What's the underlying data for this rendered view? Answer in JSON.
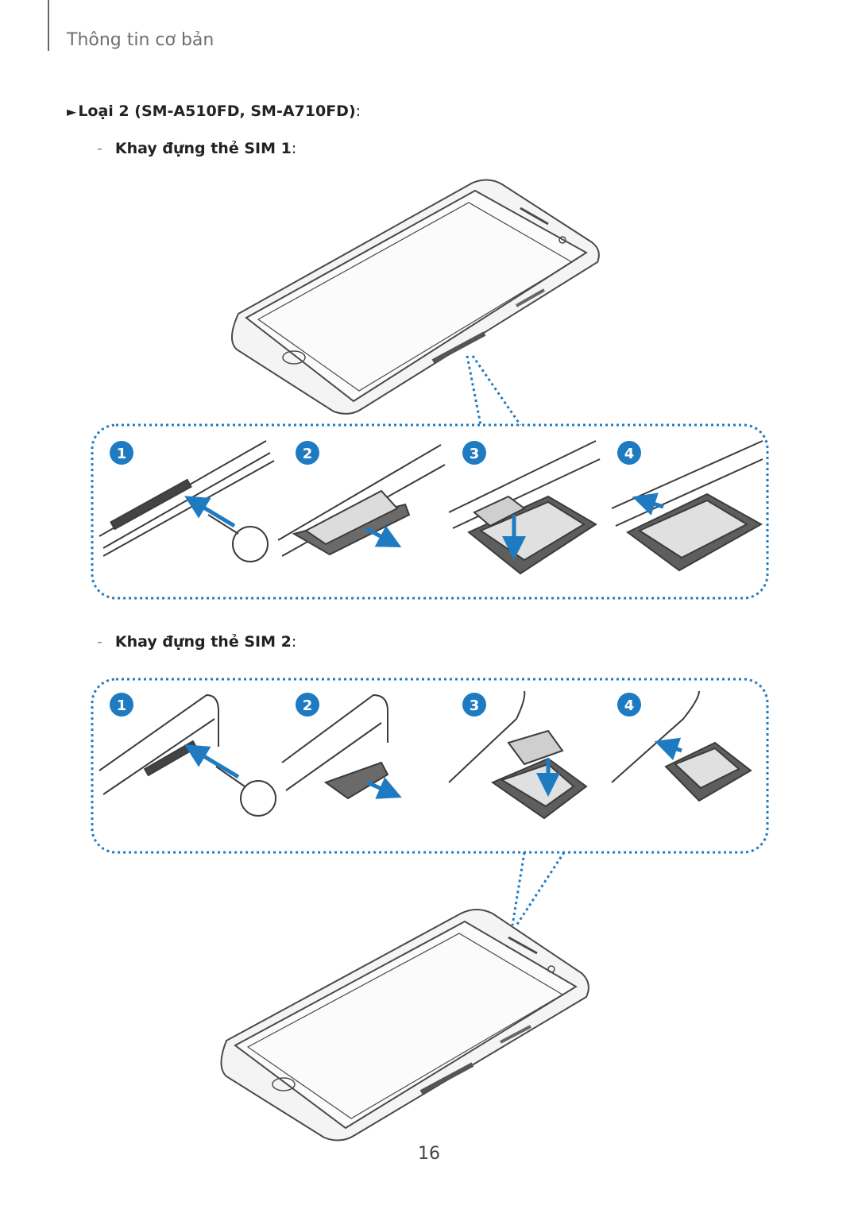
{
  "header": {
    "section_title": "Thông tin cơ bản"
  },
  "heading": {
    "marker": "►",
    "text": "Loại 2 (SM-A510FD, SM-A710FD)",
    "colon": ":"
  },
  "sim1": {
    "dash": "-",
    "label": "Khay đựng thẻ SIM 1",
    "colon": ":",
    "steps": [
      "1",
      "2",
      "3",
      "4"
    ]
  },
  "sim2": {
    "dash": "-",
    "label": "Khay đựng thẻ SIM 2",
    "colon": ":",
    "steps": [
      "1",
      "2",
      "3",
      "4"
    ]
  },
  "colors": {
    "step_badge": "#1f7bc1",
    "arrow": "#1f7bc1",
    "dotted_frame": "#1f7bc1"
  },
  "footer": {
    "page_number": "16"
  }
}
